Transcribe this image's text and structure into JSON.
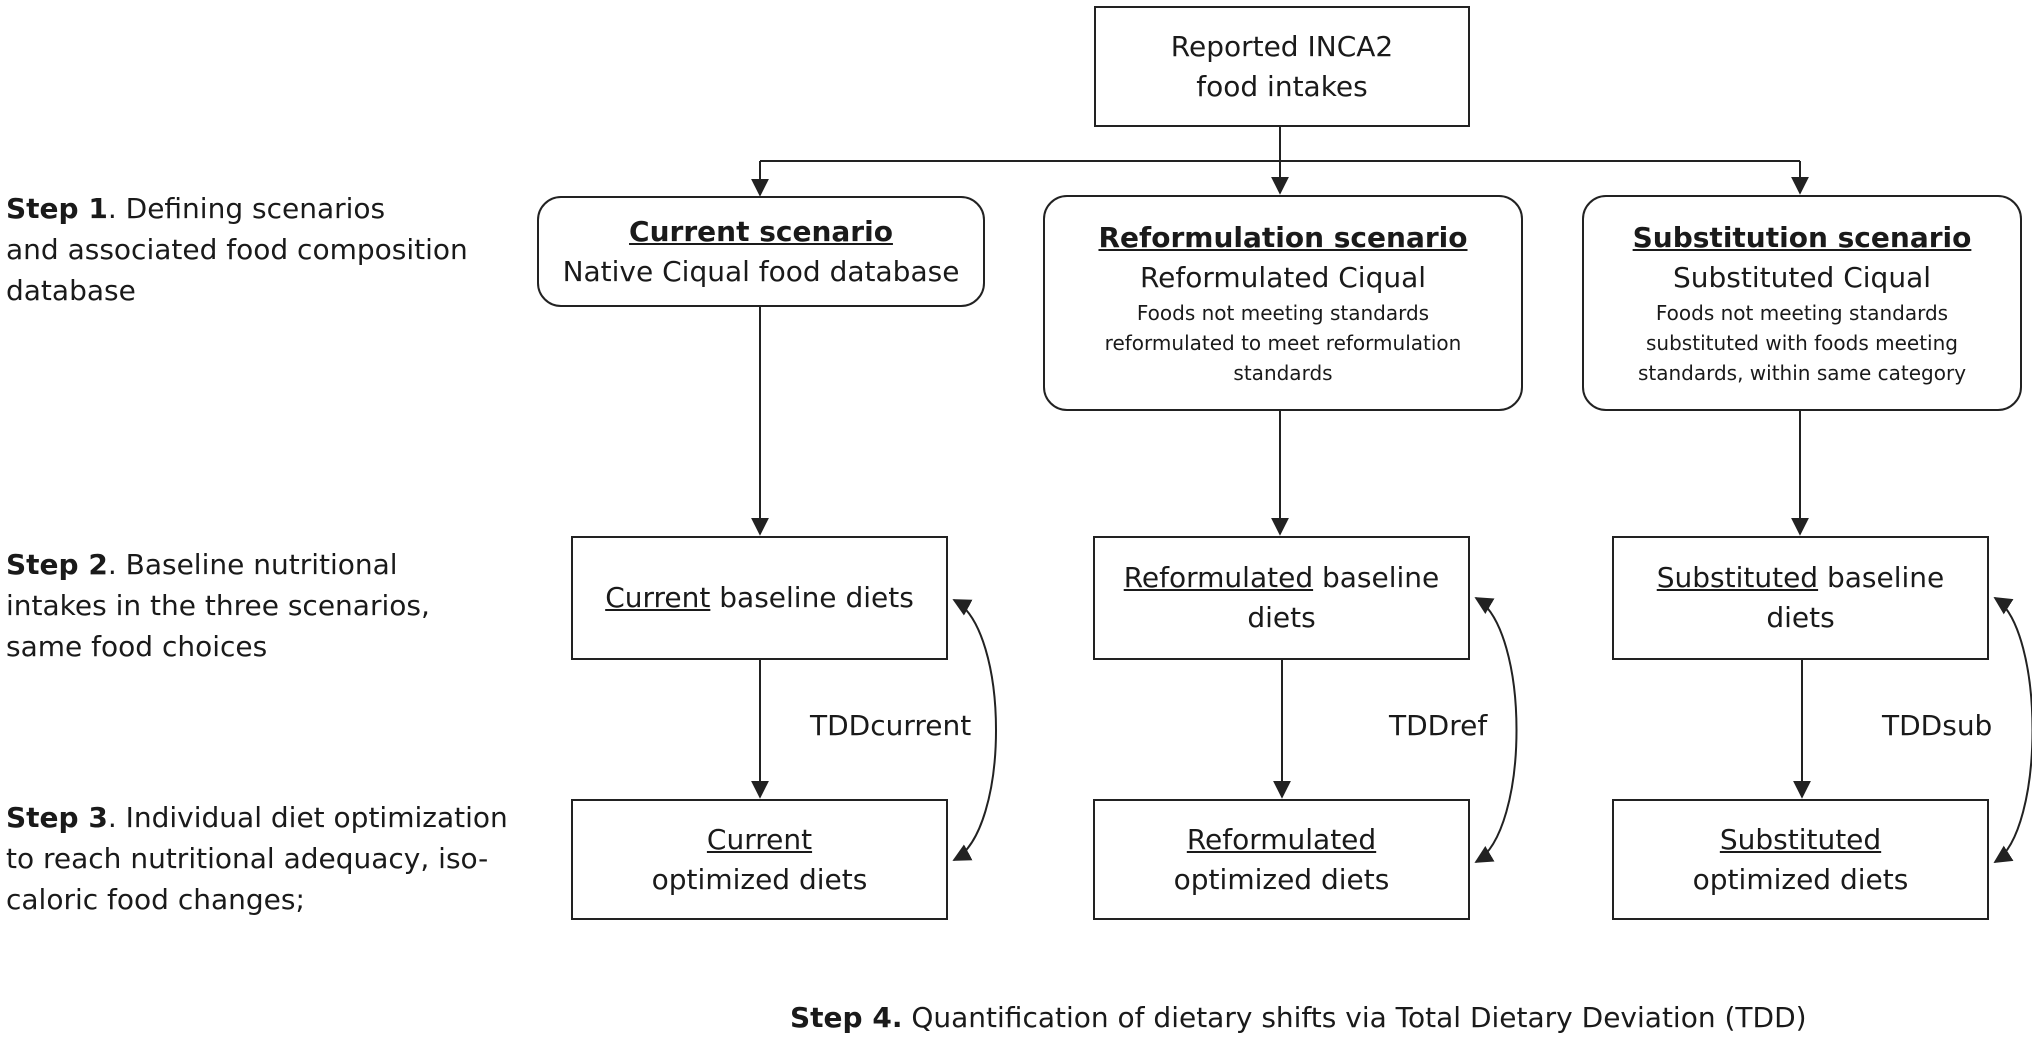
{
  "steps": {
    "step1": {
      "label": "Step 1",
      "text_line1": ". Defining scenarios",
      "text_line2": "and associated food composition",
      "text_line3": "database"
    },
    "step2": {
      "label": "Step 2",
      "text_line1": ". Baseline nutritional",
      "text_line2": "intakes in the three scenarios,",
      "text_line3": "same food choices"
    },
    "step3": {
      "label": "Step 3",
      "text_line1": ". Individual diet optimization",
      "text_line2": "to reach nutritional adequacy, iso-",
      "text_line3": "caloric food changes;"
    },
    "step4": {
      "label": "Step 4.",
      "text": " Quantification of dietary shifts via Total Dietary Deviation (TDD)"
    }
  },
  "root": {
    "line1": "Reported INCA2",
    "line2": "food intakes"
  },
  "scenarios": {
    "current": {
      "title": "Current scenario",
      "database": "Native Ciqual food database",
      "baseline_underlined": "Current",
      "baseline_rest": " baseline diets",
      "optimized_underlined": "Current",
      "optimized_rest": "optimized diets",
      "tdd": "TDDcurrent"
    },
    "reformulation": {
      "title": "Reformulation scenario",
      "database": "Reformulated Ciqual",
      "desc_line1": "Foods not meeting standards",
      "desc_line2": "reformulated to meet reformulation",
      "desc_line3": "standards",
      "baseline_underlined": "Reformulated",
      "baseline_rest": " baseline",
      "baseline_line2": "diets",
      "optimized_underlined": "Reformulated",
      "optimized_rest": "optimized diets",
      "tdd": "TDDref"
    },
    "substitution": {
      "title": "Substitution scenario",
      "database": "Substituted Ciqual",
      "desc_line1": "Foods not meeting standards",
      "desc_line2": "substituted with foods meeting",
      "desc_line3": "standards, within same category",
      "baseline_underlined": "Substituted",
      "baseline_rest": " baseline",
      "baseline_line2": "diets",
      "optimized_underlined": "Substituted",
      "optimized_rest": "optimized diets",
      "tdd": "TDDsub"
    }
  }
}
